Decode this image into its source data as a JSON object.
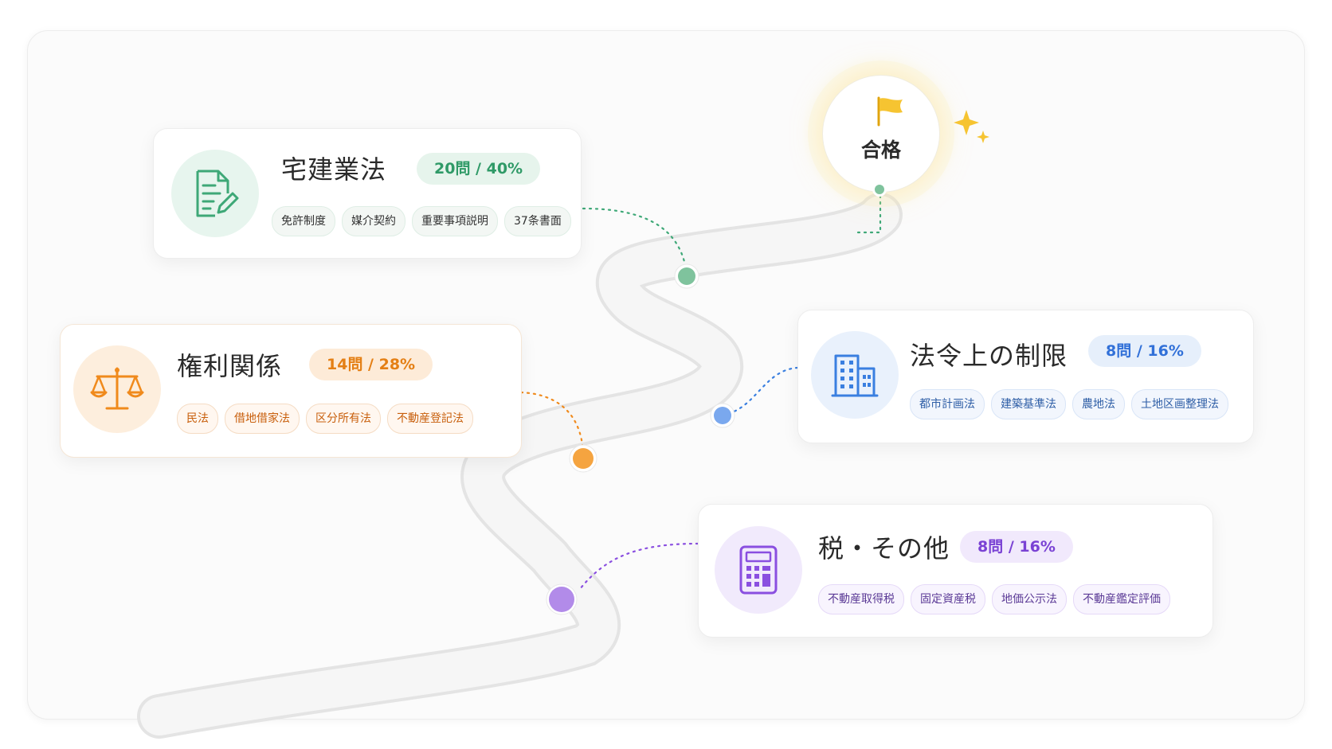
{
  "goal": {
    "label": "合格",
    "icon": "flag-icon",
    "color": "#f3b81b"
  },
  "colors": {
    "road": "#f1f1f1",
    "road_edge": "#e6e6e6",
    "green": "#3ea877",
    "orange": "#f08a1c",
    "blue": "#3a7fe0",
    "purple": "#8a4fe0"
  },
  "categories": [
    {
      "key": "takken",
      "title": "宅建業法",
      "badge": "20問 / 40%",
      "icon": "document-edit-icon",
      "tags": [
        "免許制度",
        "媒介契約",
        "重要事項説明",
        "37条書面"
      ]
    },
    {
      "key": "kenri",
      "title": "権利関係",
      "badge": "14問 / 28%",
      "icon": "scales-icon",
      "tags": [
        "民法",
        "借地借家法",
        "区分所有法",
        "不動産登記法"
      ]
    },
    {
      "key": "horei",
      "title": "法令上の制限",
      "badge": "8問 / 16%",
      "icon": "building-icon",
      "tags": [
        "都市計画法",
        "建築基準法",
        "農地法",
        "土地区画整理法"
      ]
    },
    {
      "key": "zei",
      "title": "税・その他",
      "badge": "8問 / 16%",
      "icon": "calculator-icon",
      "tags": [
        "不動産取得税",
        "固定資産税",
        "地価公示法",
        "不動産鑑定評価"
      ]
    }
  ]
}
